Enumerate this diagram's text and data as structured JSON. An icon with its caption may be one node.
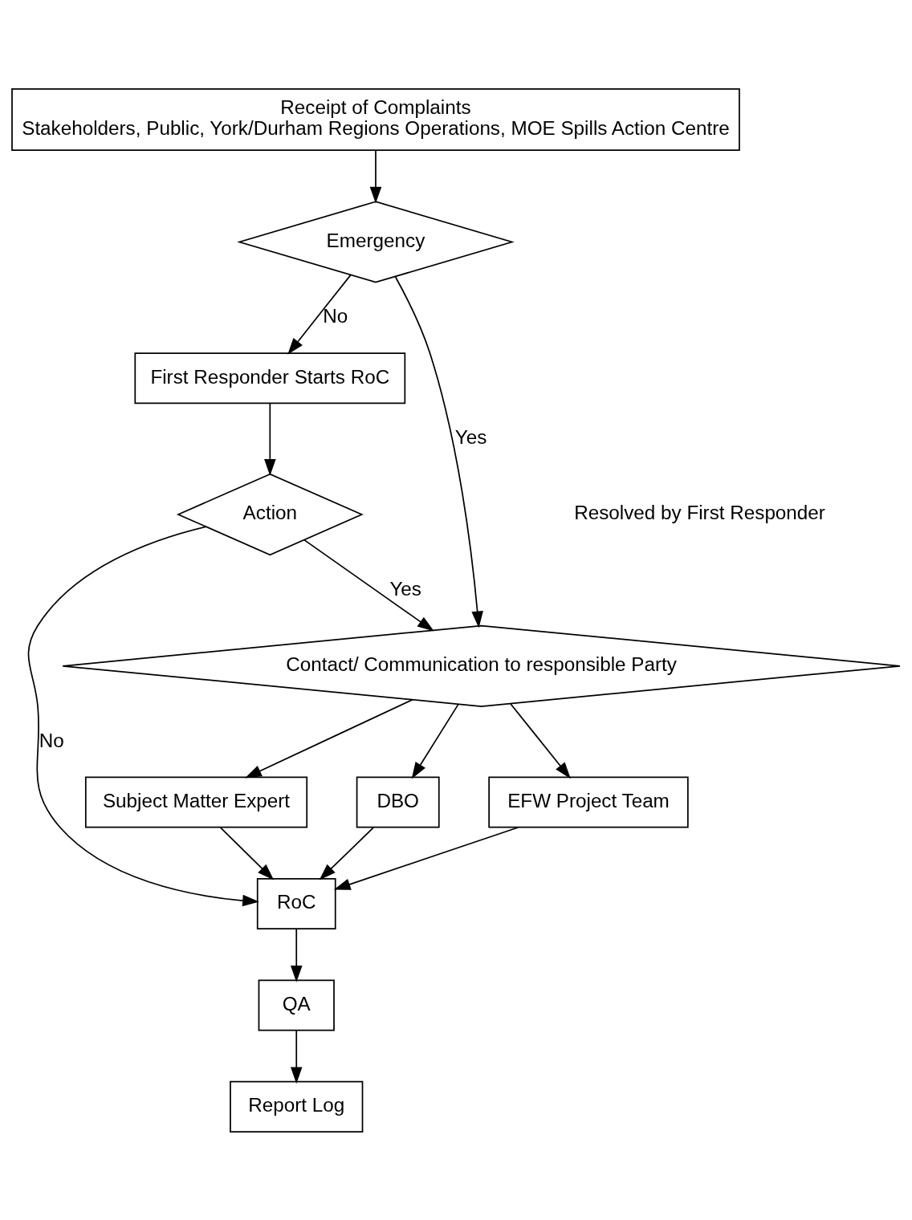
{
  "diagram": {
    "nodes": [
      {
        "text": [
          "Receipt of Complaints",
          "Stakeholders, Public, York/Durham Regions Operations, MOE Spills Action Centre"
        ]
      },
      {
        "text": [
          "Emergency"
        ]
      },
      {
        "text": [
          "First Responder Starts RoC"
        ]
      },
      {
        "text": [
          "Action"
        ]
      },
      {
        "text": [
          "Contact/ Communication to responsible Party"
        ]
      },
      {
        "text": [
          "EFW Project Team"
        ]
      },
      {
        "text": [
          "Subject Matter Expert"
        ]
      },
      {
        "text": [
          "DBO"
        ]
      },
      {
        "text": [
          "RoC"
        ]
      },
      {
        "text": [
          "QA"
        ]
      },
      {
        "text": [
          "Report Log"
        ]
      }
    ],
    "edges": [
      {
        "from": 0,
        "to": 1,
        "arrow": "to"
      },
      {
        "from": 1,
        "to": 2,
        "arrow": "to",
        "label": "No"
      },
      {
        "from": 1,
        "to": 4,
        "arrow": "to",
        "label": "Yes"
      },
      {
        "from": 2,
        "to": 3,
        "arrow": "to"
      },
      {
        "from": 3,
        "to": 8,
        "arrow": "to",
        "label": "No"
      },
      {
        "from": 3,
        "to": 4,
        "arrow": "to",
        "label": "Yes"
      },
      {
        "from": 4,
        "to": 5,
        "arrow": "to"
      },
      {
        "from": 4,
        "to": 6,
        "arrow": "to"
      },
      {
        "from": 4,
        "to": 7,
        "arrow": "to"
      },
      {
        "from": 5,
        "to": 8,
        "arrow": "to"
      },
      {
        "from": 6,
        "to": 8,
        "arrow": "to"
      },
      {
        "from": 7,
        "to": 8,
        "arrow": "to"
      },
      {
        "from": 8,
        "to": 9,
        "arrow": "to"
      },
      {
        "from": 9,
        "to": 10,
        "arrow": "to"
      }
    ],
    "labels": [
      "Resolved by First Responder"
    ]
  }
}
